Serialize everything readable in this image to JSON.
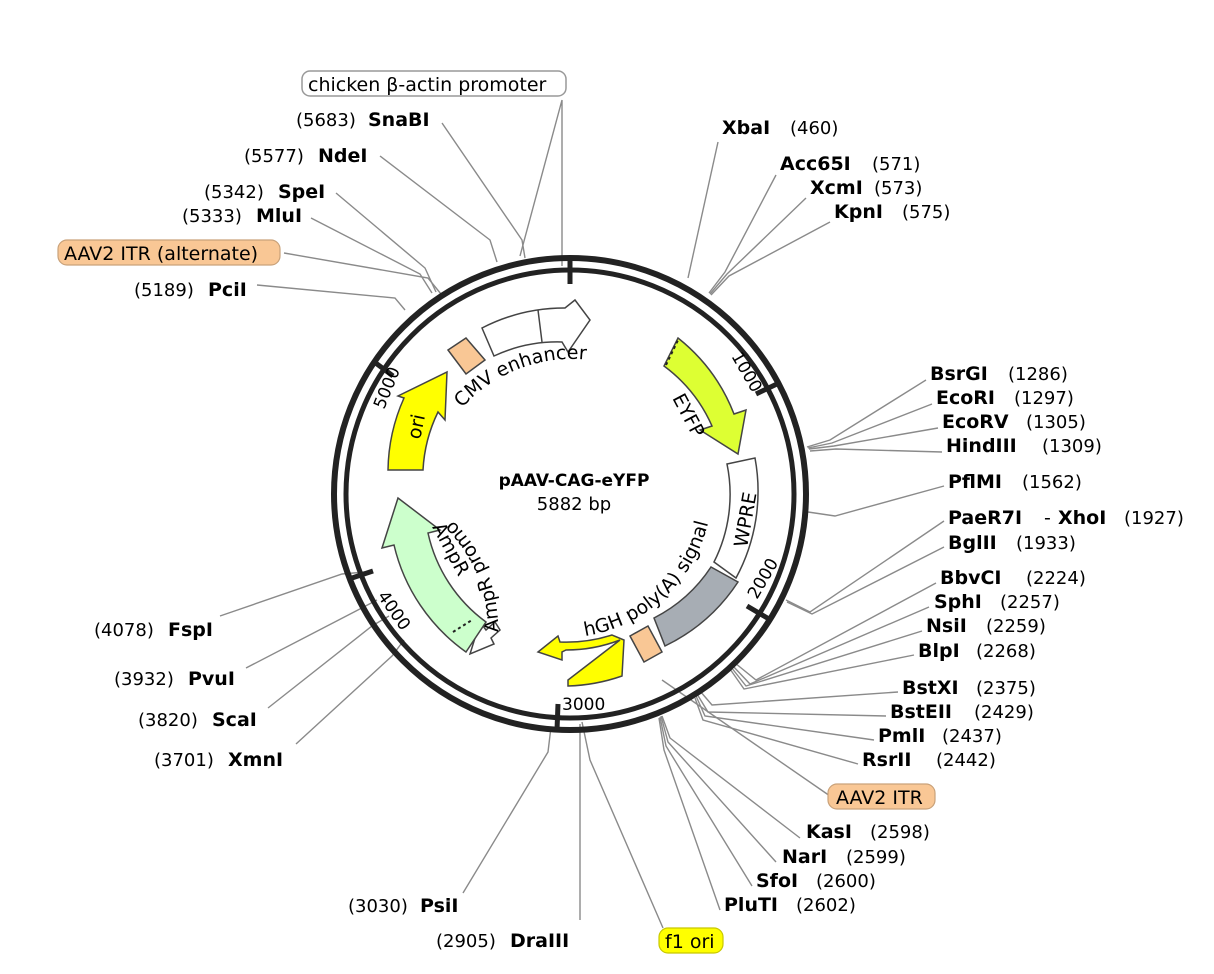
{
  "map": {
    "name": "pAAV-CAG-eYFP",
    "size_label": "5882 bp",
    "total_bp": 5882
  },
  "colors": {
    "backbone": "#222222",
    "yellow": "#ffff00",
    "lime": "#ddff33",
    "light_green": "#ccffcc",
    "itr_orange": "#f9c795",
    "grey": "#a7adb4",
    "white": "#ffffff"
  },
  "ticks": [
    "1000",
    "2000",
    "3000",
    "4000",
    "5000"
  ],
  "features": {
    "cmv": "CMV enhancer",
    "eyfp": "EYFP",
    "wpre": "WPRE",
    "hgh": "hGH poly(A) signal",
    "amp_promoter": "AmpR promoter",
    "ampr": "AmpR",
    "ori": "ori"
  },
  "tags": {
    "chicken": "chicken β-actin promoter",
    "itr_alt": "AAV2 ITR (alternate)",
    "itr": "AAV2 ITR",
    "f1": "f1 ori"
  },
  "sites": {
    "xbai": {
      "name": "XbaI",
      "pos": "(460)"
    },
    "acc65i": {
      "name": "Acc65I",
      "pos": "(571)"
    },
    "xcmi": {
      "name": "XcmI",
      "pos": "(573)"
    },
    "kpni": {
      "name": "KpnI",
      "pos": "(575)"
    },
    "bsrgi": {
      "name": "BsrGI",
      "pos": "(1286)"
    },
    "ecori": {
      "name": "EcoRI",
      "pos": "(1297)"
    },
    "ecorv": {
      "name": "EcoRV",
      "pos": "(1305)"
    },
    "hindiii": {
      "name": "HindIII",
      "pos": "(1309)"
    },
    "pflmi": {
      "name": "PflMI",
      "pos": "(1562)"
    },
    "paer7i": {
      "name": "PaeR7I",
      "sep": "-",
      "name2": "XhoI",
      "pos": "(1927)"
    },
    "bglii": {
      "name": "BglII",
      "pos": "(1933)"
    },
    "bbvci": {
      "name": "BbvCI",
      "pos": "(2224)"
    },
    "sphi": {
      "name": "SphI",
      "pos": "(2257)"
    },
    "nsii": {
      "name": "NsiI",
      "pos": "(2259)"
    },
    "blpi": {
      "name": "BlpI",
      "pos": "(2268)"
    },
    "bstxi": {
      "name": "BstXI",
      "pos": "(2375)"
    },
    "bsteii": {
      "name": "BstEII",
      "pos": "(2429)"
    },
    "pmli": {
      "name": "PmlI",
      "pos": "(2437)"
    },
    "rsrii": {
      "name": "RsrII",
      "pos": "(2442)"
    },
    "kasi": {
      "name": "KasI",
      "pos": "(2598)"
    },
    "nari": {
      "name": "NarI",
      "pos": "(2599)"
    },
    "sfoi": {
      "name": "SfoI",
      "pos": "(2600)"
    },
    "pluti": {
      "name": "PluTI",
      "pos": "(2602)"
    },
    "drai": {
      "name": "DraIII",
      "pos": "(2905)"
    },
    "psii": {
      "name": "PsiI",
      "pos": "(3030)"
    },
    "xmni": {
      "name": "XmnI",
      "pos": "(3701)"
    },
    "scai": {
      "name": "ScaI",
      "pos": "(3820)"
    },
    "pvui": {
      "name": "PvuI",
      "pos": "(3932)"
    },
    "fspi": {
      "name": "FspI",
      "pos": "(4078)"
    },
    "pcii": {
      "name": "PciI",
      "pos": "(5189)"
    },
    "mlui": {
      "name": "MluI",
      "pos": "(5333)"
    },
    "spei": {
      "name": "SpeI",
      "pos": "(5342)"
    },
    "ndei": {
      "name": "NdeI",
      "pos": "(5577)"
    },
    "snabi": {
      "name": "SnaBI",
      "pos": "(5683)"
    }
  }
}
